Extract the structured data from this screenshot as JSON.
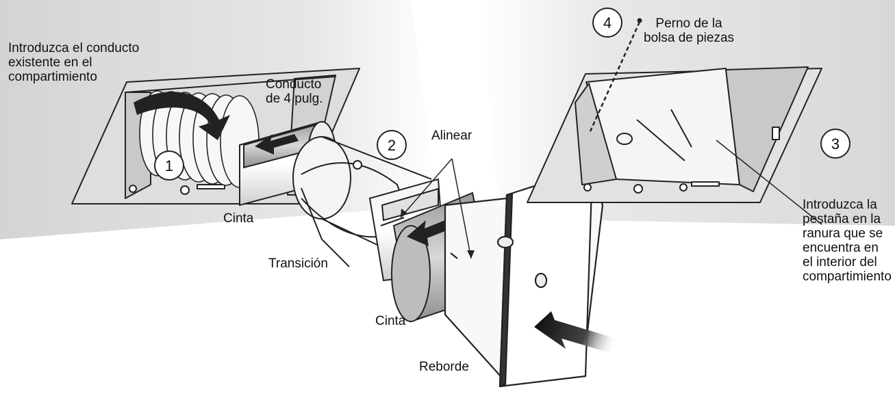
{
  "labels": {
    "intro_duct": "Introduzca el conducto\nexistente en el\ncompartimiento",
    "duct_4in": "Conducto\nde 4 pulg.",
    "align": "Alinear",
    "bolt": "Perno de la\nbolsa de piezas",
    "insert_tab": "Introduzca la\npestaña en la\nranura que se\nencuentra en\nel interior del\ncompartimiento",
    "tape_1": "Cinta",
    "transition": "Transición",
    "tape_2": "Cinta",
    "flange": "Reborde"
  },
  "steps": {
    "step1": "1",
    "step2": "2",
    "step3": "3",
    "step4": "4"
  }
}
